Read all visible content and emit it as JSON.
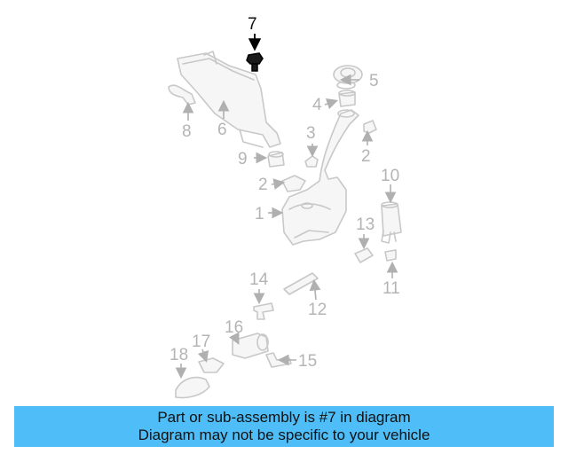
{
  "callouts": {
    "c1": "1",
    "c2a": "2",
    "c2b": "2",
    "c3": "3",
    "c4": "4",
    "c5": "5",
    "c6": "6",
    "c7": "7",
    "c8": "8",
    "c9": "9",
    "c10": "10",
    "c11": "11",
    "c12": "12",
    "c13": "13",
    "c14": "14",
    "c15": "15",
    "c16": "16",
    "c17": "17",
    "c18": "18"
  },
  "highlighted_part": "7",
  "colors": {
    "banner": "#4fbef8",
    "highlight": "#111111",
    "muted": "#b4b4b4"
  },
  "banner": {
    "line1": "Part or sub-assembly is #7 in diagram",
    "line2": "Diagram may not be specific to your vehicle"
  }
}
